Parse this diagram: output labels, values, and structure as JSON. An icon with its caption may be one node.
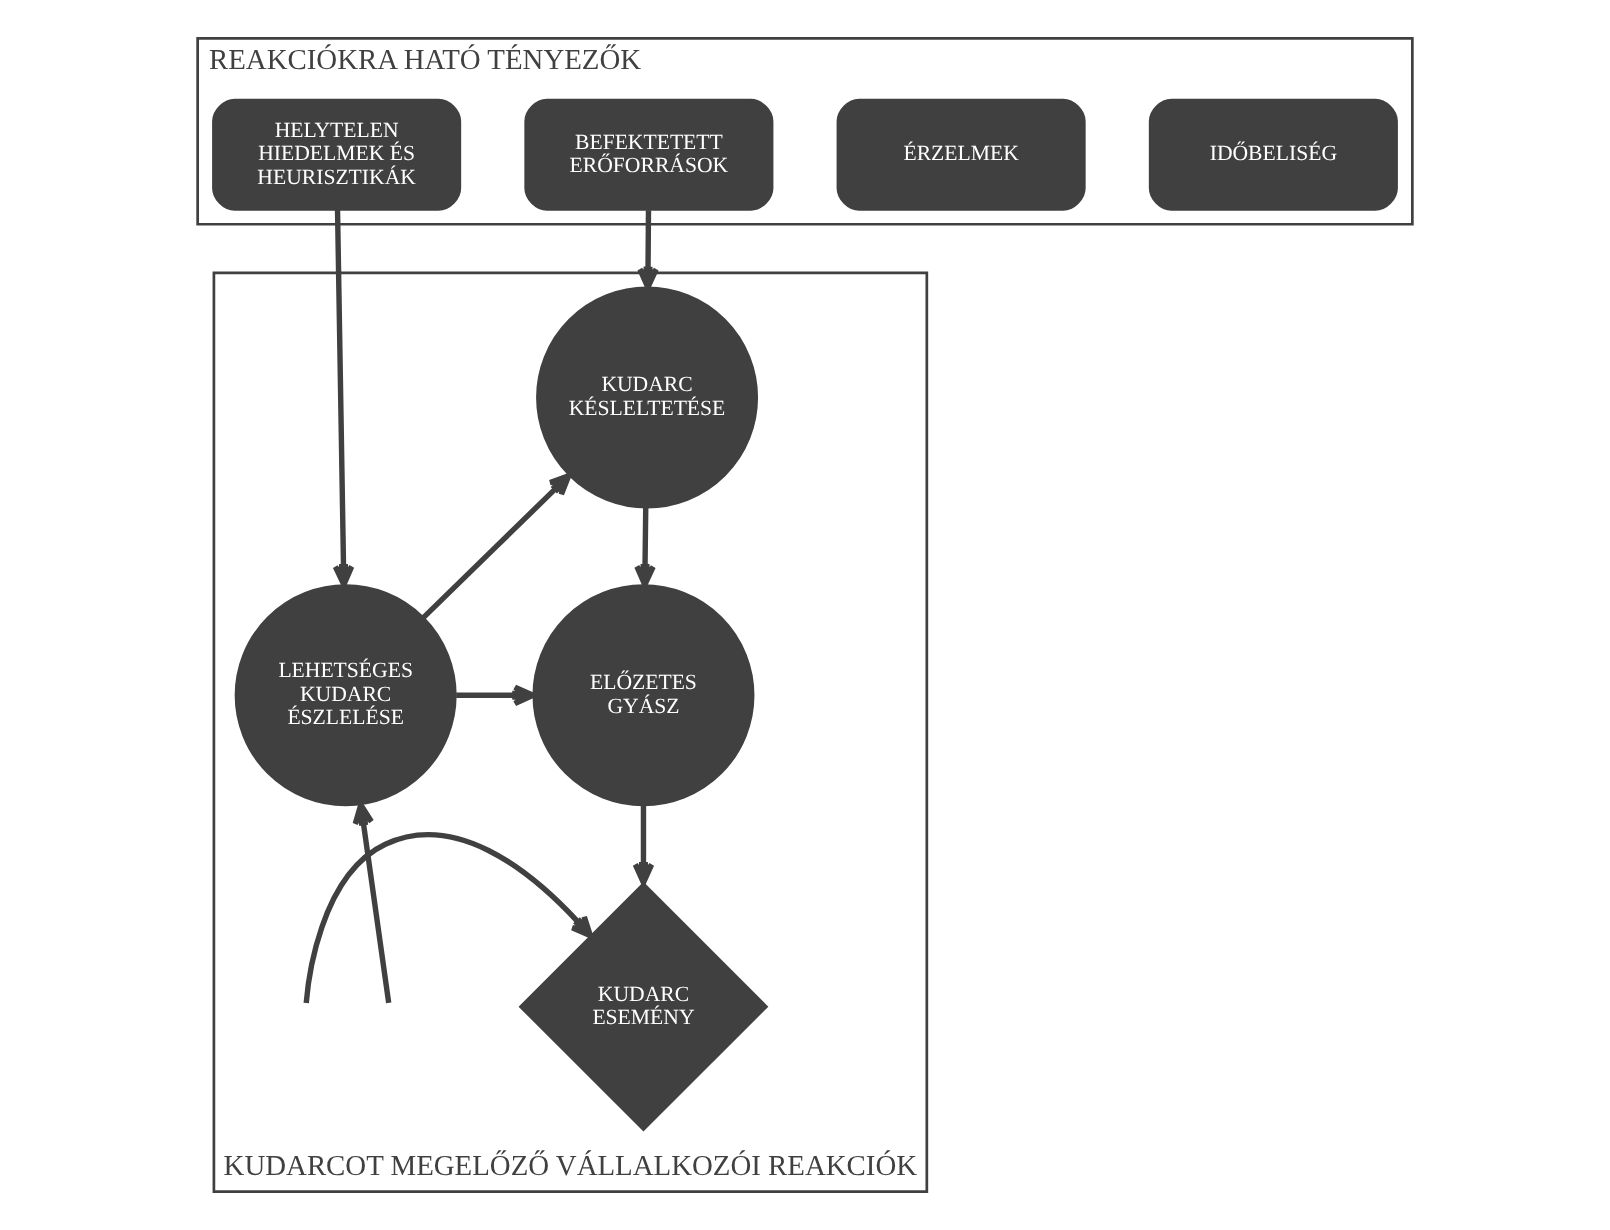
{
  "diagram": {
    "nodes": [
      {
        "text": [
          "REAKCIÓKRA HATÓ TÉNYEZŐK"
        ]
      },
      {
        "text": [
          "HELYTELEN HIEDELMEK ÉS HEURISZTIKÁK"
        ],
        "in": 0
      },
      {
        "text": [
          "BEFEKTETETT ERŐFORRÁSOK"
        ],
        "in": 0
      },
      {
        "text": [
          "ÉRZELMEK"
        ],
        "in": 0
      },
      {
        "text": [
          "IDŐBELISÉG"
        ],
        "in": 0
      },
      {
        "text": [
          "KUDARCOT MEGELŐZŐ VÁLLALKOZÓI REAKCIÓK"
        ]
      },
      {
        "text": [
          "LEHETSÉGES KUDARC ÉSZLELÉSE"
        ],
        "in": 5
      },
      {
        "text": [
          "KUDARC KÉSLELTETÉSE"
        ],
        "in": 5
      },
      {
        "text": [
          "ELŐZETES GYÁSZ"
        ],
        "in": 5
      },
      {
        "text": [
          "KUDARC ESEMÉNY"
        ],
        "in": 5
      }
    ],
    "edges": [
      {
        "from": 1,
        "to": 6,
        "arrow": "to"
      },
      {
        "from": 2,
        "to": 7,
        "arrow": "to"
      },
      {
        "from": 6,
        "to": 7,
        "arrow": "to"
      },
      {
        "from": 7,
        "to": 8,
        "arrow": "to"
      },
      {
        "from": 6,
        "to": 8,
        "arrow": "to"
      },
      {
        "from": null,
        "to": 9,
        "arrow": "to"
      },
      {
        "from": null,
        "to": 6,
        "arrow": "to"
      },
      {
        "from": 8,
        "to": 9,
        "arrow": "to"
      }
    ]
  }
}
